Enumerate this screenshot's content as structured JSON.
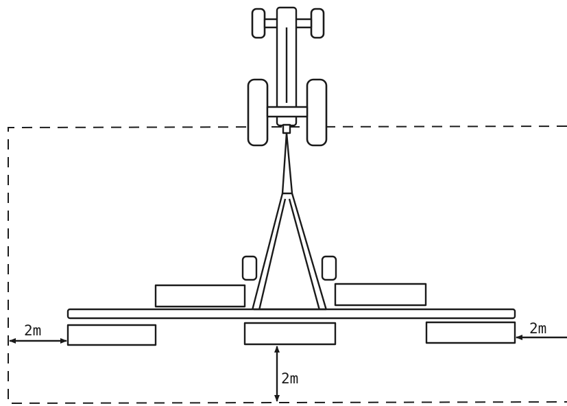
{
  "dimensions": {
    "left_clearance": "2m",
    "right_clearance": "2m",
    "rear_clearance": "2m"
  }
}
